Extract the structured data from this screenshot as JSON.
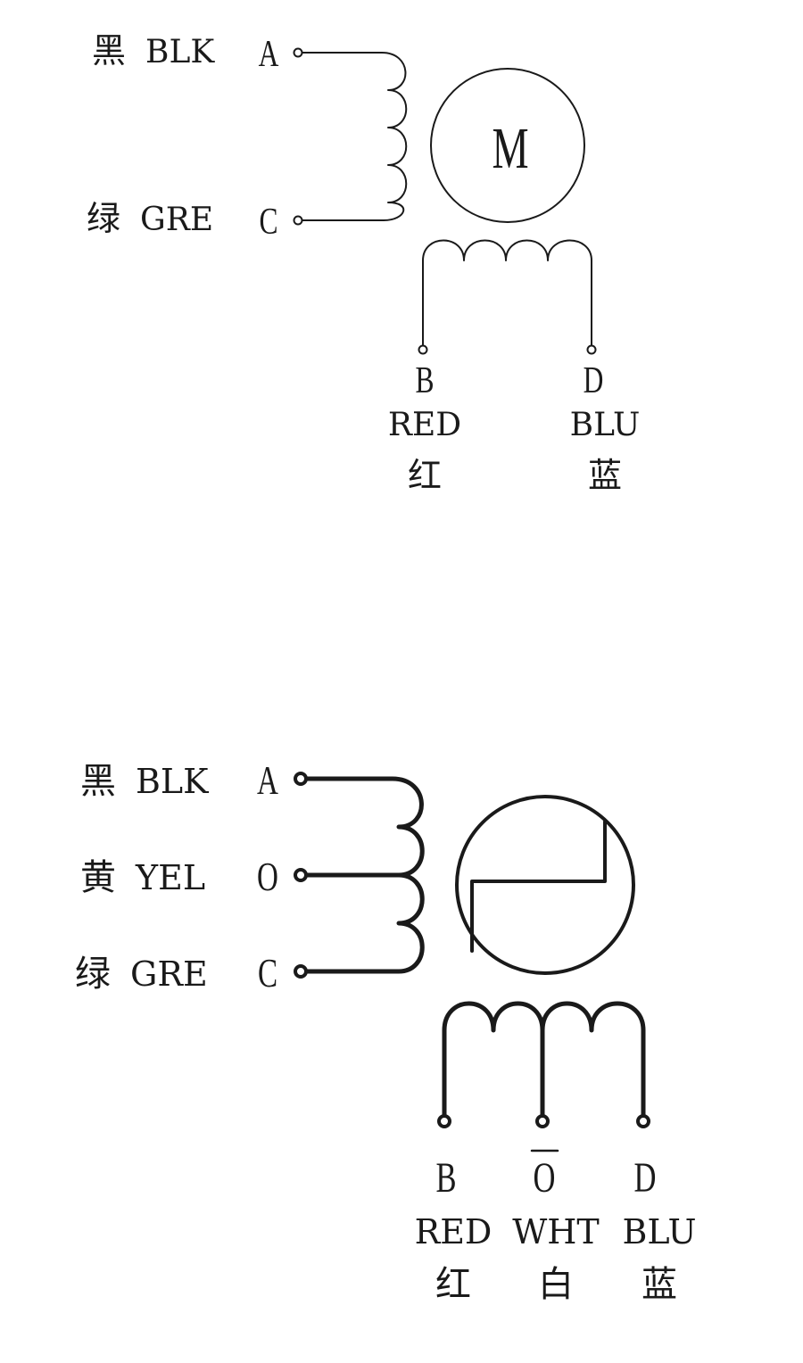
{
  "diagram_top": {
    "motor_symbol": "M",
    "left_terminals": [
      {
        "cn": "黑",
        "color_code": "BLK",
        "pin": "A"
      },
      {
        "cn": "绿",
        "color_code": "GRE",
        "pin": "C"
      }
    ],
    "bottom_terminals": [
      {
        "pin": "B",
        "color_code": "RED",
        "cn": "红"
      },
      {
        "pin": "D",
        "color_code": "BLU",
        "cn": "蓝"
      }
    ]
  },
  "diagram_bottom": {
    "left_terminals": [
      {
        "cn": "黑",
        "color_code": "BLK",
        "pin": "A"
      },
      {
        "cn": "黄",
        "color_code": "YEL",
        "pin": "O"
      },
      {
        "cn": "绿",
        "color_code": "GRE",
        "pin": "C"
      }
    ],
    "bottom_terminals": [
      {
        "pin": "B",
        "color_code": "RED",
        "cn": "红"
      },
      {
        "pin": "O",
        "color_code": "WHT",
        "cn": "白",
        "overline": true
      },
      {
        "pin": "D",
        "color_code": "BLU",
        "cn": "蓝"
      }
    ]
  },
  "colors": {
    "ink": "#1a1a1a",
    "background": "#ffffff"
  }
}
